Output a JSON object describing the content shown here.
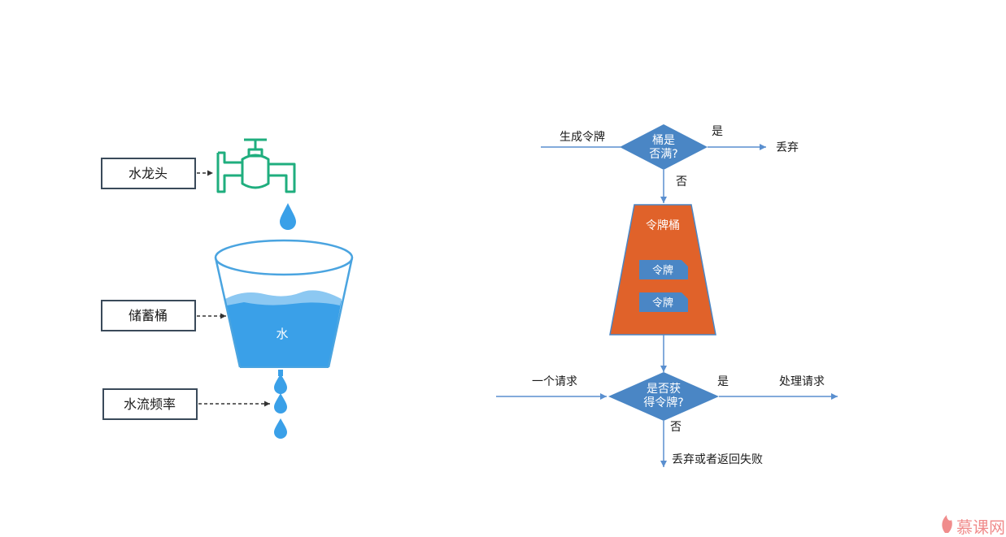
{
  "left": {
    "faucet_label": "水龙头",
    "bucket_label": "储蓄桶",
    "flow_label": "水流频率",
    "water_text": "水"
  },
  "right": {
    "gen_token": "生成令牌",
    "d1_line1": "桶是",
    "d1_line2": "否满?",
    "d1_yes": "是",
    "d1_discard": "丢弃",
    "d1_no": "否",
    "bucket_title": "令牌桶",
    "token1": "令牌",
    "token2": "令牌",
    "request": "一个请求",
    "d2_line1": "是否获",
    "d2_line2": "得令牌?",
    "d2_yes": "是",
    "process": "处理请求",
    "d2_no": "否",
    "fail": "丢弃或者返回失败"
  },
  "watermark": "慕课网",
  "colors": {
    "faucet": "#1fae7e",
    "water": "#3aa0e8",
    "bucket_outline": "#4aa4e0",
    "diamond": "#4a86c5",
    "arrow": "#5a8fcf",
    "token_bucket": "#e0622a",
    "watermark": "#f08c8c"
  }
}
